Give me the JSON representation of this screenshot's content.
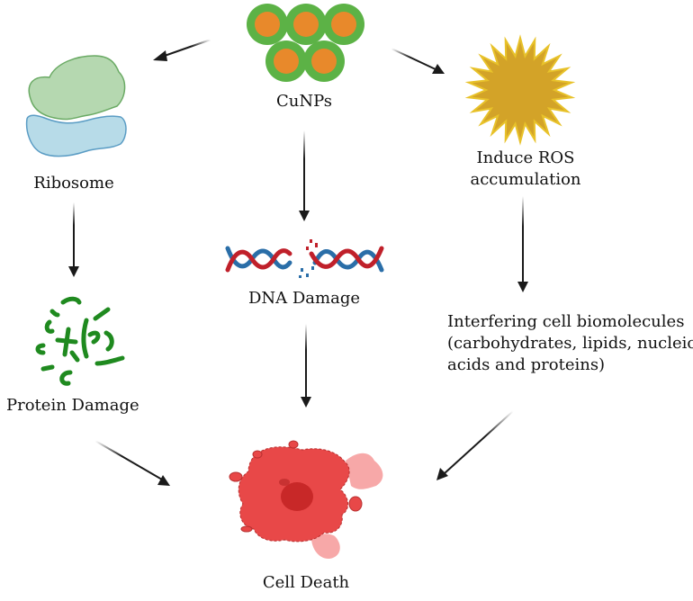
{
  "nodes": {
    "cunps": {
      "label": "CuNPs",
      "icon": "nanoparticles-icon"
    },
    "ribosome": {
      "label": "Ribosome",
      "icon": "ribosome-icon"
    },
    "ros": {
      "label_line1": "Induce ROS",
      "label_line2": "accumulation",
      "icon": "ros-starburst-icon"
    },
    "dna": {
      "label": "DNA Damage",
      "icon": "dna-helix-icon"
    },
    "protein": {
      "label": "Protein Damage",
      "icon": "protein-fragments-icon"
    },
    "biomolecules": {
      "line1": "Interfering cell biomolecules",
      "line2": "(carbohydrates, lipids, nucleic",
      "line3": "acids and proteins)"
    },
    "cell_death": {
      "label": "Cell Death",
      "icon": "dying-cell-icon"
    }
  },
  "edges": [
    {
      "from": "CuNPs",
      "to": "Ribosome"
    },
    {
      "from": "CuNPs",
      "to": "Induce ROS accumulation"
    },
    {
      "from": "CuNPs",
      "to": "DNA Damage"
    },
    {
      "from": "Ribosome",
      "to": "Protein Damage"
    },
    {
      "from": "Induce ROS accumulation",
      "to": "Interfering cell biomolecules"
    },
    {
      "from": "DNA Damage",
      "to": "Cell Death"
    },
    {
      "from": "Protein Damage",
      "to": "Cell Death"
    },
    {
      "from": "Interfering cell biomolecules",
      "to": "Cell Death"
    }
  ],
  "colors": {
    "np_shell": "#5cb246",
    "np_core": "#e8892b",
    "ribosome_large": "#b5d8b0",
    "ribosome_small": "#b7dbe8",
    "ros": "#d3a328",
    "dna_red": "#c0202a",
    "dna_blue": "#2a6ea8",
    "protein": "#1f8a1f",
    "cell": "#e84848",
    "cell_light": "#f7a8a8",
    "arrow": "#1a1a1a"
  }
}
